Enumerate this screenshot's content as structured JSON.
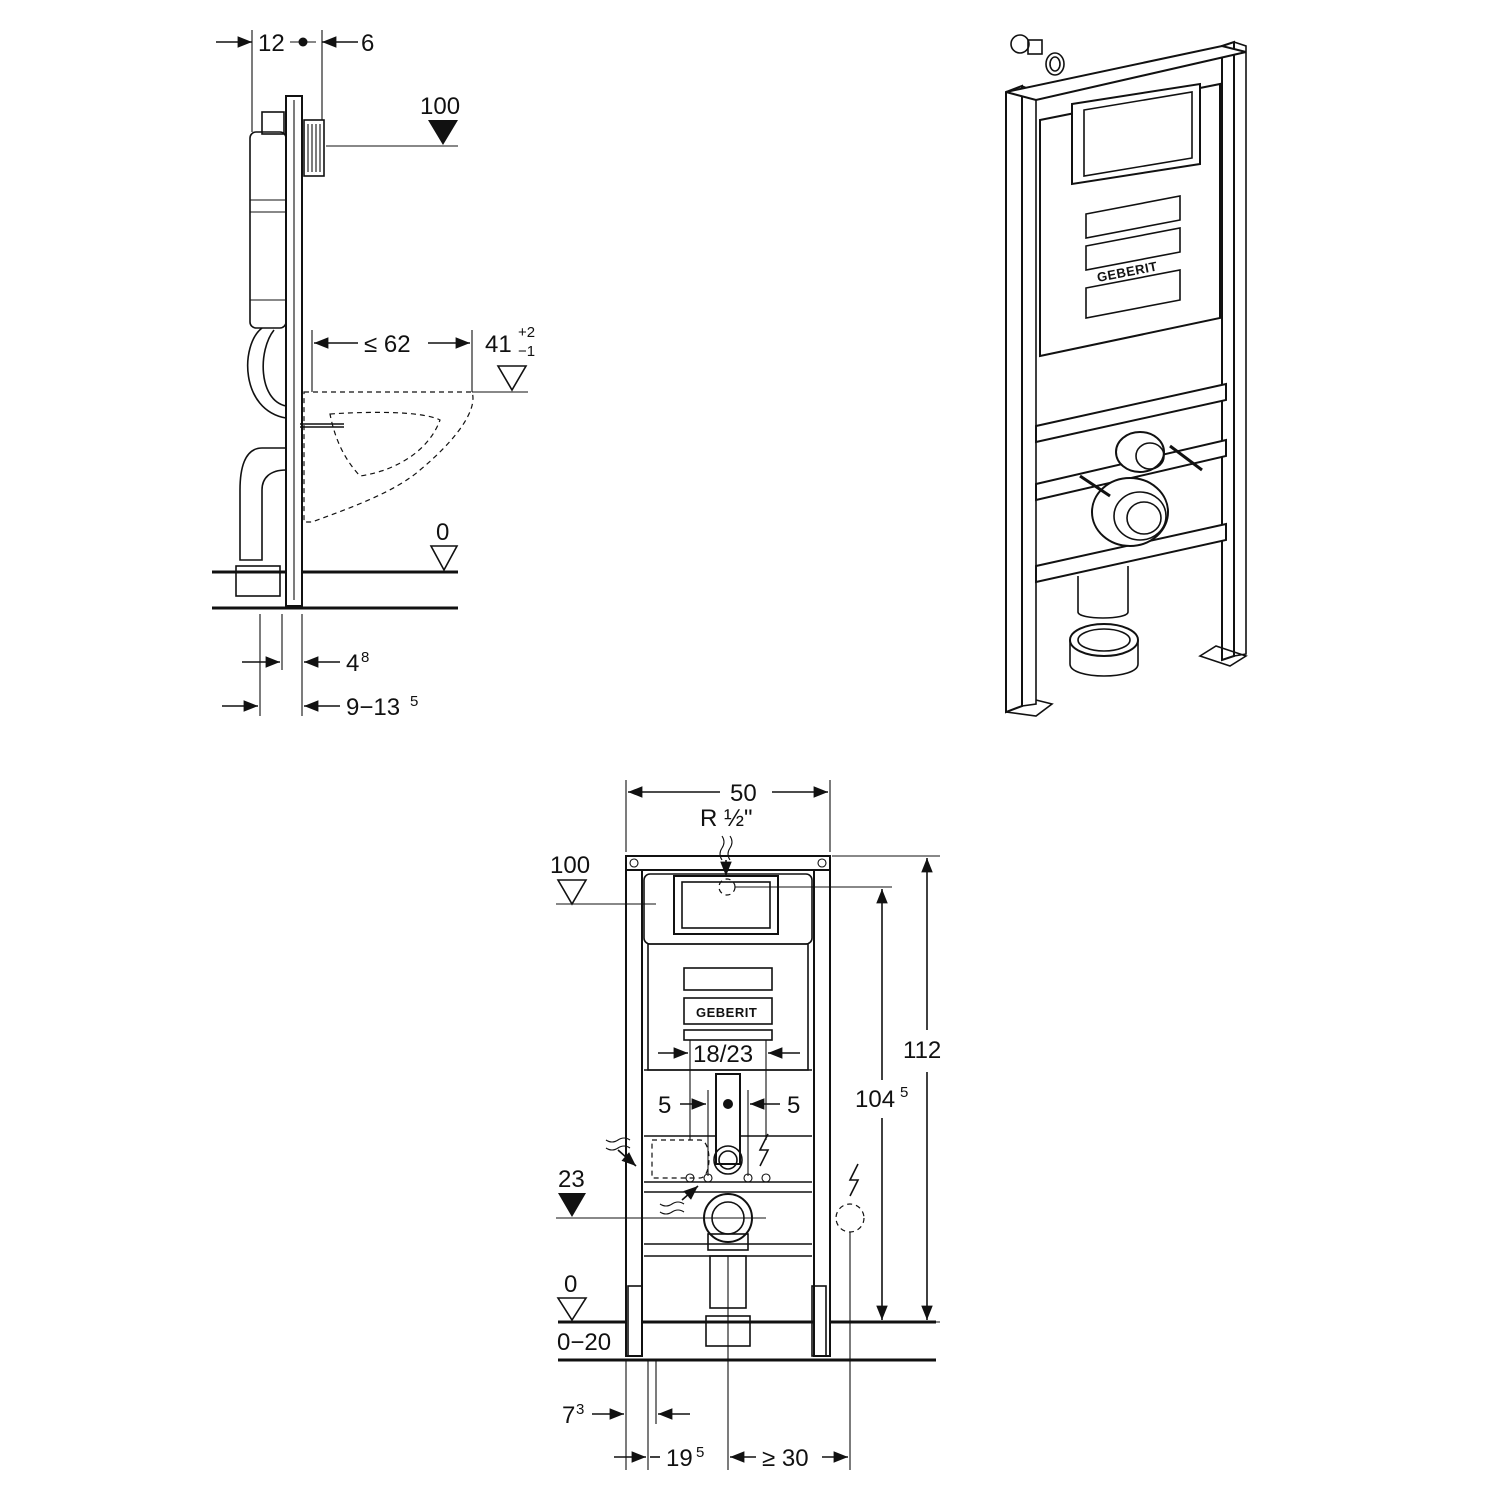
{
  "side_view": {
    "dim_12": "12",
    "dim_6": "6",
    "level_100": "100",
    "dim_le62": "≤ 62",
    "dim_41": "41",
    "dim_41_plus": "+2",
    "dim_41_minus": "−1",
    "level_0": "0",
    "dim_4": "4",
    "dim_4_sup": "8",
    "dim_9_13": "9−13",
    "dim_9_13_sup": "5"
  },
  "front_view": {
    "dim_50": "50",
    "thread": "R ½\"",
    "level_100": "100",
    "brand": "GEBERIT",
    "dim_18_23": "18/23",
    "dim_5_left": "5",
    "dim_5_right": "5",
    "dim_112": "112",
    "dim_104": "104",
    "dim_104_sup": "5",
    "level_23": "23",
    "level_0": "0",
    "dim_0_20": "0−20",
    "dim_7": "7",
    "dim_7_sup": "3",
    "dim_19": "19",
    "dim_19_sup": "5",
    "dim_ge30": "≥ 30"
  },
  "iso_view": {
    "brand": "GEBERIT"
  }
}
